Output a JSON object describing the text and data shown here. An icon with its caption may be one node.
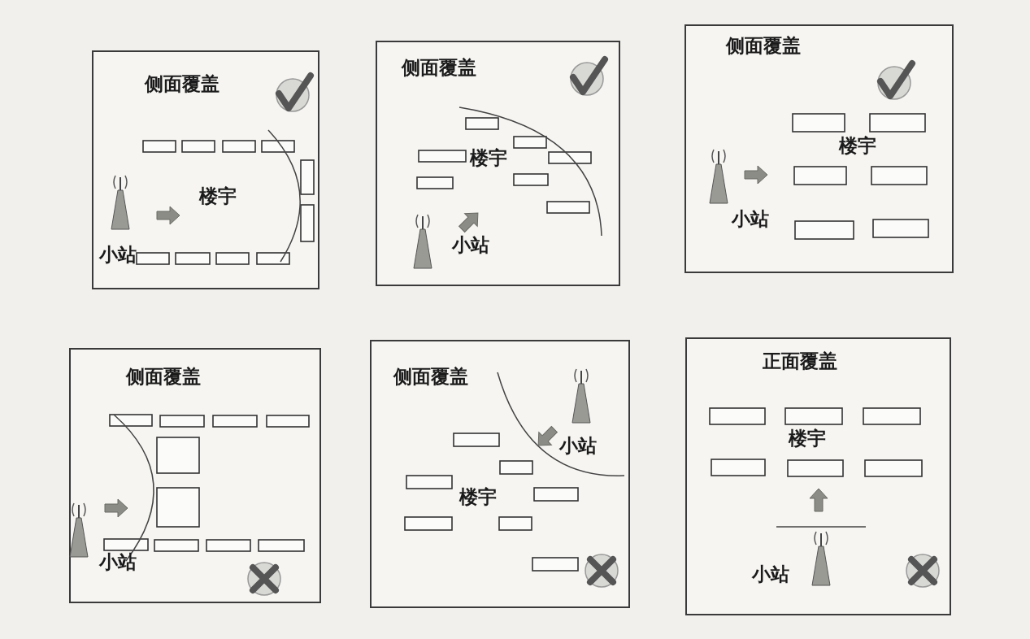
{
  "diagram": {
    "nodes": [
      {
        "text": [
          "侧面覆盖",
          "楼宇",
          "小站"
        ]
      },
      {
        "text": [
          "侧面覆盖",
          "楼宇",
          "小站"
        ]
      },
      {
        "text": [
          "侧面覆盖",
          "楼宇",
          "小站"
        ]
      },
      {
        "text": [
          "侧面覆盖",
          "小站"
        ]
      },
      {
        "text": [
          "侧面覆盖",
          "小站",
          "楼宇"
        ]
      },
      {
        "text": [
          "正面覆盖",
          "楼宇",
          "小站"
        ]
      }
    ]
  }
}
